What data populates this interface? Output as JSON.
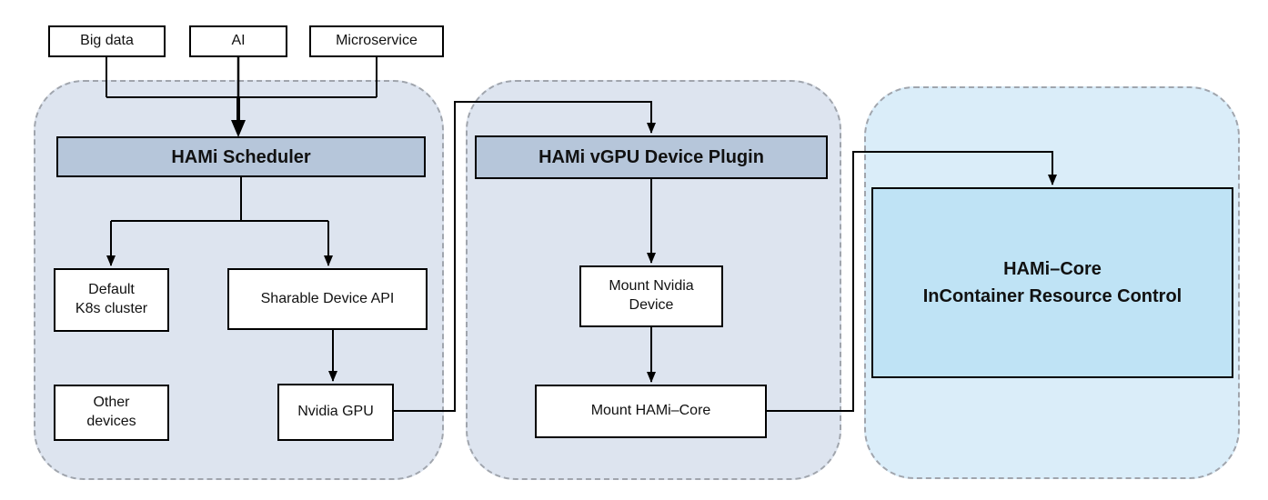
{
  "colors": {
    "page_bg": "#ffffff",
    "panel_fill": "#dde4ef",
    "core_panel_fill": "#daedf9",
    "header_fill": "#b6c6da",
    "core_box_fill": "#bfe3f5",
    "node_fill": "#ffffff",
    "panel_border": "#a0a5ad",
    "box_border": "#000000",
    "line": "#000000"
  },
  "sources": {
    "big_data": "Big data",
    "ai": "AI",
    "microservice": "Microservice"
  },
  "scheduler_panel": {
    "header": "HAMi Scheduler",
    "default_k8s": "Default\nK8s cluster",
    "sharable_api": "Sharable Device API",
    "other_devices": "Other\ndevices",
    "nvidia_gpu": "Nvidia GPU"
  },
  "plugin_panel": {
    "header": "HAMi vGPU Device Plugin",
    "mount_nvidia": "Mount Nvidia\nDevice",
    "mount_hami_core": "Mount HAMi–Core"
  },
  "core_panel": {
    "main_box": "HAMi–Core\nInContainer Resource Control"
  }
}
